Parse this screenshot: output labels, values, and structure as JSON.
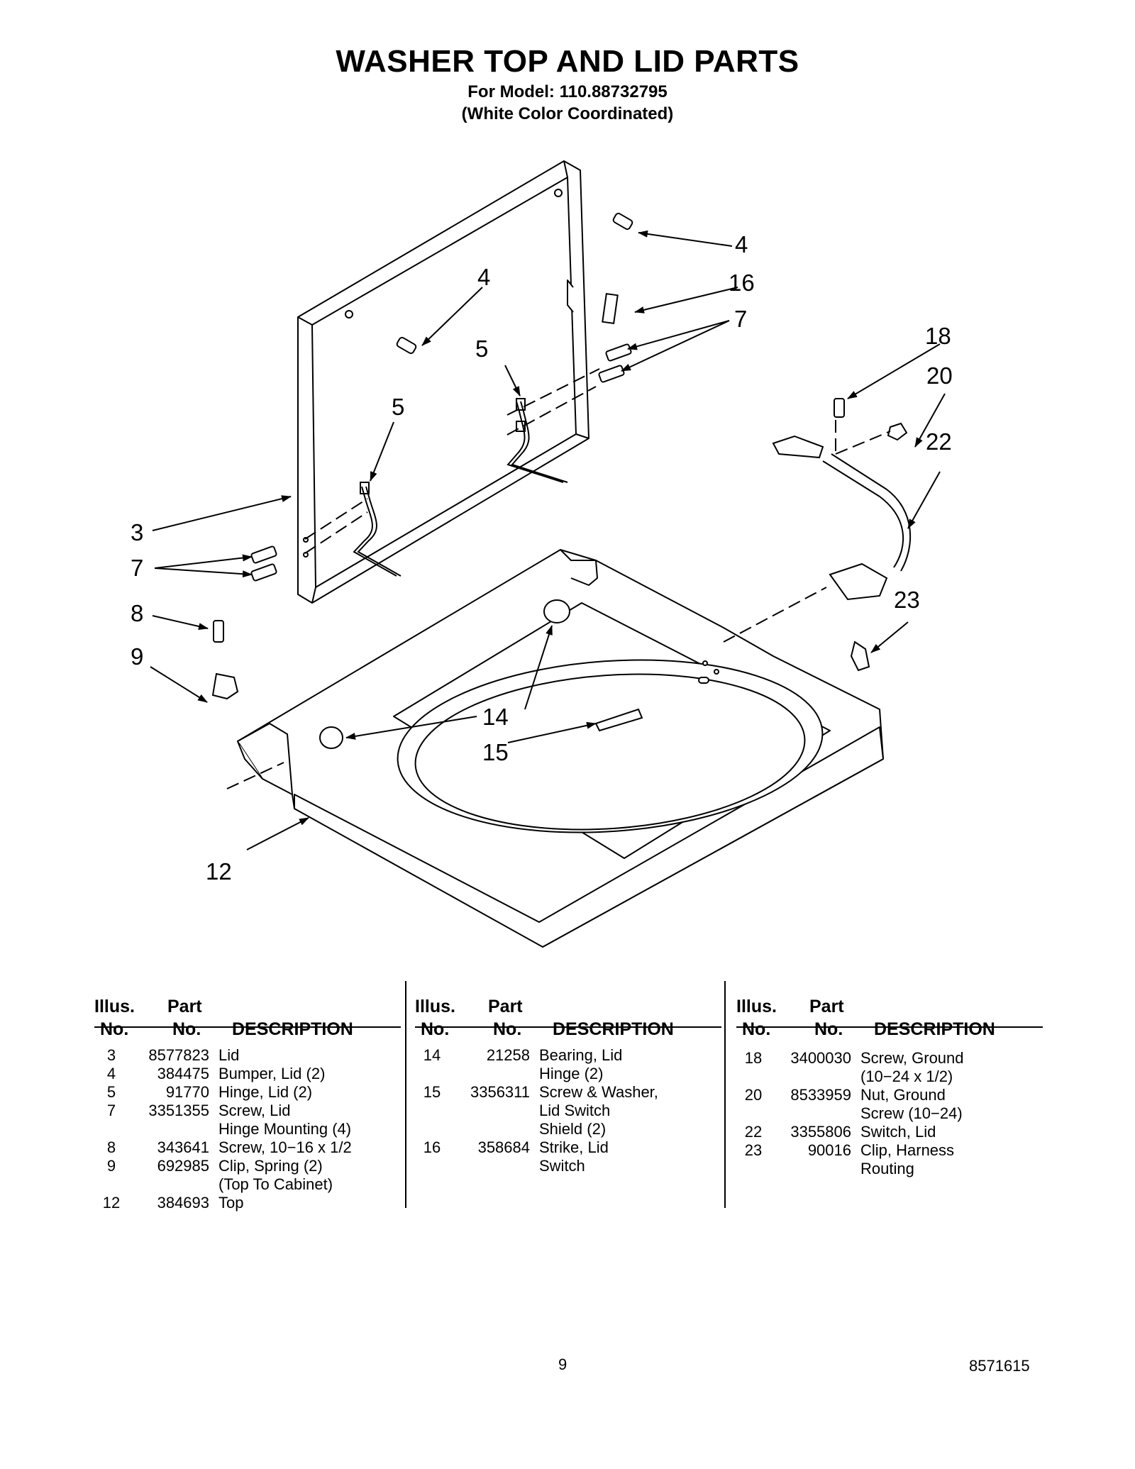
{
  "header": {
    "title": "WASHER TOP AND LID PARTS",
    "model_line": "For Model: 110.88732795",
    "color_line": "(White Color Coordinated)"
  },
  "diagram": {
    "callouts": [
      "4",
      "4",
      "16",
      "7",
      "5",
      "5",
      "18",
      "20",
      "22",
      "3",
      "7",
      "8",
      "9",
      "23",
      "14",
      "15",
      "12"
    ]
  },
  "parts_table": {
    "columns": {
      "illus_1": "Illus.",
      "illus_2": "No.",
      "part_1": "Part",
      "part_2": "No.",
      "description": "DESCRIPTION"
    },
    "groups": [
      [
        {
          "illus": "3",
          "part": "8577823",
          "desc": [
            "Lid"
          ]
        },
        {
          "illus": "4",
          "part": "384475",
          "desc": [
            "Bumper, Lid (2)"
          ]
        },
        {
          "illus": "5",
          "part": "91770",
          "desc": [
            "Hinge, Lid (2)"
          ]
        },
        {
          "illus": "7",
          "part": "3351355",
          "desc": [
            "Screw, Lid",
            "Hinge Mounting (4)"
          ]
        },
        {
          "illus": "8",
          "part": "343641",
          "desc": [
            "Screw, 10−16 x 1/2"
          ]
        },
        {
          "illus": "9",
          "part": "692985",
          "desc": [
            "Clip, Spring (2)",
            "(Top To Cabinet)"
          ]
        },
        {
          "illus": "12",
          "part": "384693",
          "desc": [
            "Top"
          ]
        }
      ],
      [
        {
          "illus": "14",
          "part": "21258",
          "desc": [
            "Bearing, Lid",
            "Hinge (2)"
          ]
        },
        {
          "illus": "15",
          "part": "3356311",
          "desc": [
            "Screw & Washer,",
            "Lid Switch",
            "Shield (2)"
          ]
        },
        {
          "illus": "16",
          "part": "358684",
          "desc": [
            "Strike, Lid",
            "Switch"
          ]
        }
      ],
      [
        {
          "illus": "18",
          "part": "3400030",
          "desc": [
            "Screw, Ground",
            "(10−24 x 1/2)"
          ]
        },
        {
          "illus": "20",
          "part": "8533959",
          "desc": [
            "Nut, Ground",
            "Screw (10−24)"
          ]
        },
        {
          "illus": "22",
          "part": "3355806",
          "desc": [
            "Switch, Lid"
          ]
        },
        {
          "illus": "23",
          "part": "90016",
          "desc": [
            "Clip, Harness",
            "Routing"
          ]
        }
      ]
    ]
  },
  "footer": {
    "page_number": "9",
    "document_number": "8571615"
  }
}
